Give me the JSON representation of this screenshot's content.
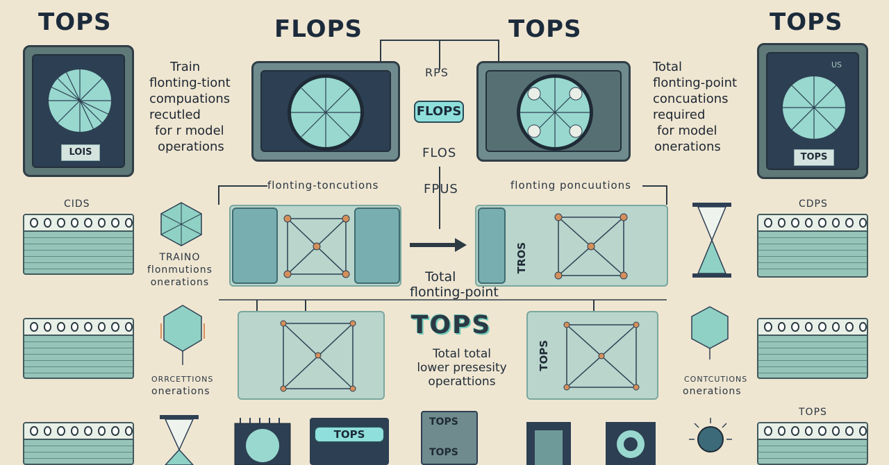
{
  "headings": {
    "top_left": "TOPS",
    "top_center_left": "FLOPS",
    "top_center_right": "TOPS",
    "top_right": "TOPS"
  },
  "left_device": {
    "label": "LOIS"
  },
  "right_device": {
    "top_label": "US",
    "label": "TOPS"
  },
  "left_note": [
    "Train",
    "flonting-tiont",
    "compuations",
    "recutled",
    "for r model",
    "operations"
  ],
  "right_note": [
    "Total",
    "flonting-point",
    "concuations",
    "required",
    "for model",
    "onerations"
  ],
  "center_column": {
    "label_1": "RPS",
    "pill": "FLOPS",
    "label_2": "FLOS",
    "label_3": "FPUS"
  },
  "flow_labels": {
    "left": "flonting-toncutions",
    "right": "flonting poncuutions"
  },
  "side_labels": {
    "left_table_1": "CIDS",
    "left_middle_note": [
      "TRAINO",
      "flonmutions",
      "onerations"
    ],
    "left_lower_note": [
      "onerations"
    ],
    "left_lower_note_small": "ORRCETTIONS",
    "right_table_1": "CDPS",
    "right_lower_note_small": "CONTCUTIONS",
    "right_lower_note": "onerations",
    "right_table_3": "TOPS"
  },
  "middle_text": {
    "total": "Total",
    "flonting": "flonting-point",
    "tops": "TOPS",
    "desc": [
      "Total total",
      "lower presesity",
      "operattions"
    ]
  },
  "panels": {
    "right_a": "TROS",
    "right_b": "TOPS"
  },
  "bottom_chips": {
    "tops_1": "TOPS",
    "tops_2": "TOPS",
    "tops_3": "TOPS"
  }
}
